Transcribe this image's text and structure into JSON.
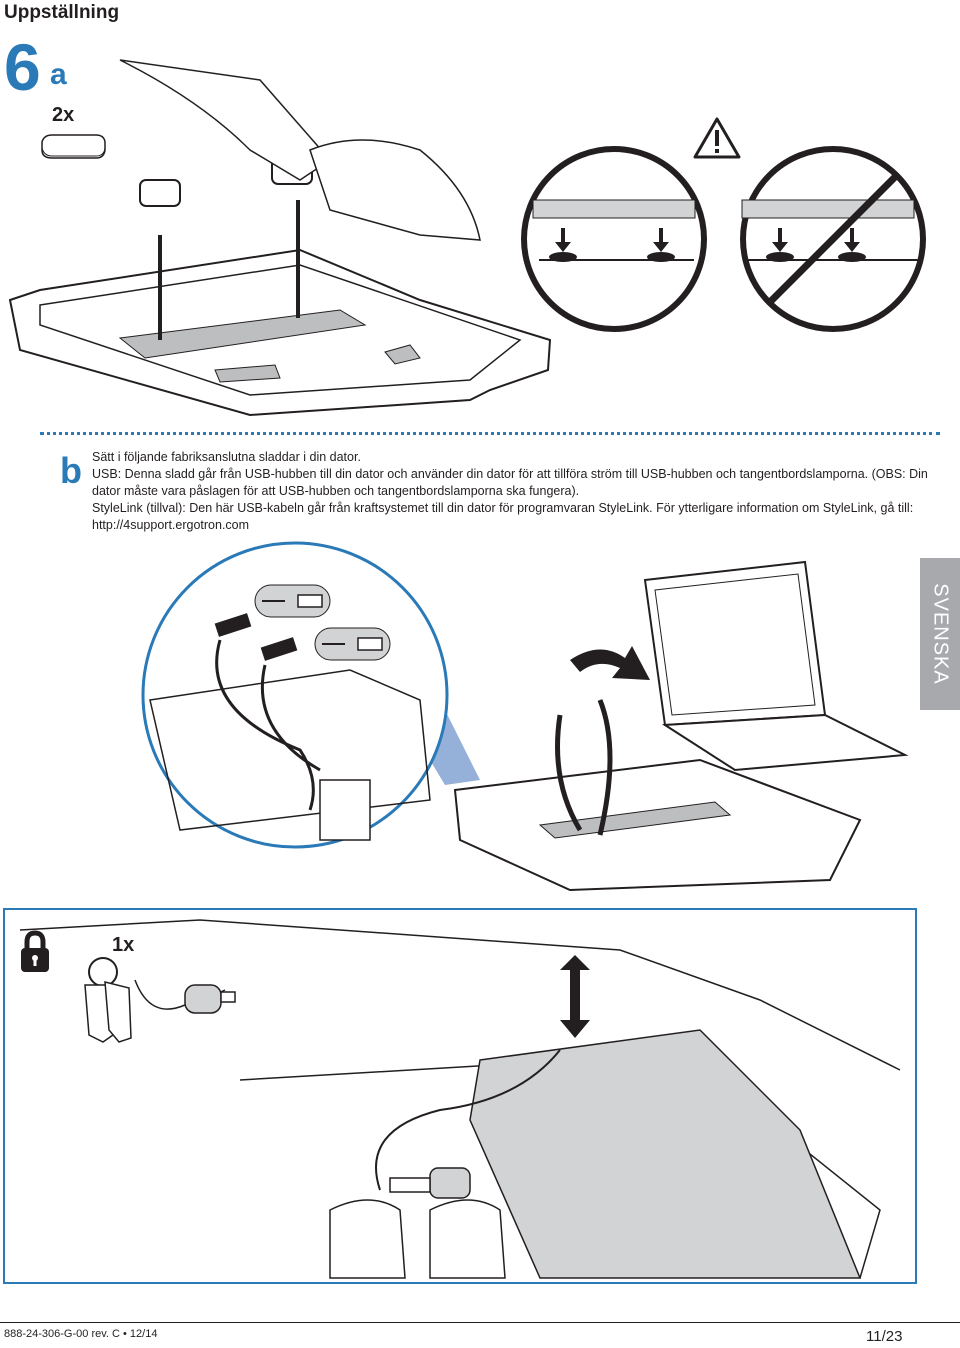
{
  "header": {
    "title": "Uppställning"
  },
  "step": {
    "number": "6",
    "letter": "a",
    "quantity": "2x"
  },
  "substep_b": {
    "letter": "b",
    "lines": [
      "Sätt i följande fabriksanslutna sladdar i din dator.",
      "USB: Denna sladd går från USB-hubben till din dator och använder din dator för att tillföra ström till USB-hubben och tangentbordslamporna. (OBS: Din",
      "dator måste vara påslagen för att USB-hubben och tangentbordslamporna ska fungera).",
      "StyleLink (tillval): Den här USB-kabeln går från kraftsystemet till din dator för programvaran StyleLink. För ytterligare information om StyleLink, gå till:",
      "http://4support.ergotron.com"
    ]
  },
  "lock_panel": {
    "quantity": "1x"
  },
  "side_tab": {
    "language": "SVENSKA"
  },
  "footer": {
    "doc_code": "888-24-306-G-00 rev. C • 12/14",
    "page": "11/23"
  },
  "colors": {
    "accent": "#2a7ab8",
    "tab_gray": "#a7a9ac",
    "text": "#231f20"
  },
  "icons": [
    "warning-icon",
    "usb-icon",
    "padlock-icon",
    "arrow-icon",
    "key-icon"
  ]
}
